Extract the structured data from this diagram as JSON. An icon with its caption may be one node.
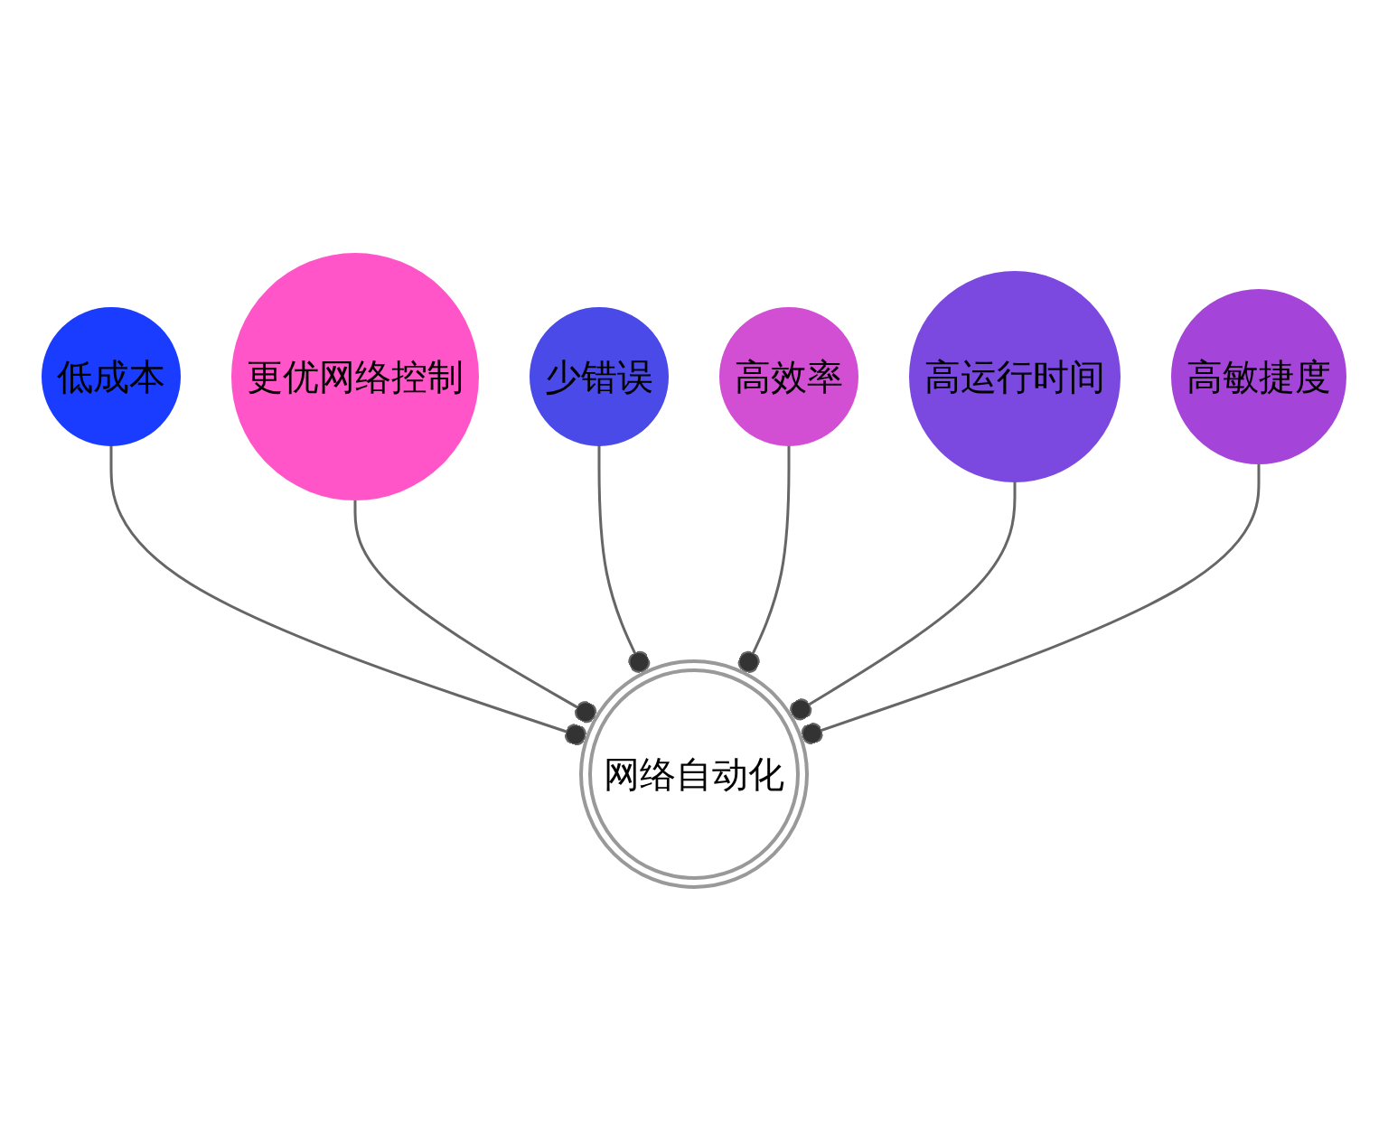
{
  "diagram": {
    "nodes": [
      {
        "text": [
          "网络自动化"
        ]
      },
      {
        "text": [
          "低成本"
        ]
      },
      {
        "text": [
          "更优网络控制"
        ]
      },
      {
        "text": [
          "少错误"
        ]
      },
      {
        "text": [
          "高效率"
        ]
      },
      {
        "text": [
          "高运行时间"
        ]
      },
      {
        "text": [
          "高敏捷度"
        ]
      }
    ],
    "edges": [
      {
        "from": 1,
        "to": 0,
        "arrow": "other"
      },
      {
        "from": 2,
        "to": 0,
        "arrow": "other"
      },
      {
        "from": 3,
        "to": 0,
        "arrow": "other"
      },
      {
        "from": 4,
        "to": 0,
        "arrow": "other"
      },
      {
        "from": 5,
        "to": 0,
        "arrow": "other"
      },
      {
        "from": 6,
        "to": 0,
        "arrow": "other"
      }
    ]
  }
}
